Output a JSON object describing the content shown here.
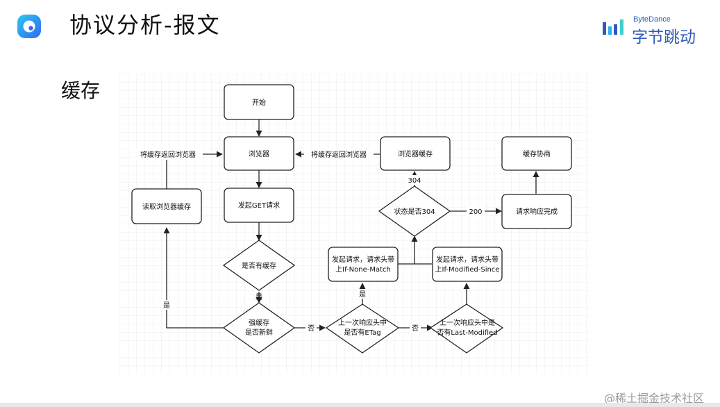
{
  "header": {
    "title": "协议分析-报文",
    "brand_en": "ByteDance",
    "brand_cn": "字节跳动"
  },
  "section": {
    "title": "缓存"
  },
  "diagram": {
    "nodes": {
      "start": "开始",
      "browser": "浏览器",
      "browser_cache": "浏览器缓存",
      "cache_negotiation": "缓存协商",
      "read_cache": "读取浏览器缓存",
      "send_get": "发起GET请求",
      "status_304": "状态是否304",
      "request_complete": "请求响应完成",
      "has_cache": "是否有缓存",
      "if_none_match_line1": "发起请求，请求头带",
      "if_none_match_line2": "上If-None-Match",
      "if_modified_since_line1": "发起请求，请求头带",
      "if_modified_since_line2": "上If-Modified-Since",
      "strong_cache_line1": "强缓存",
      "strong_cache_line2": "是否新鲜",
      "etag_line1": "上一次响应头中",
      "etag_line2": "是否有ETag",
      "last_modified_line1": "上一次响应头中是",
      "last_modified_line2": "否有Last-Modified"
    },
    "edges": {
      "return_to_browser_left": "将缓存返回浏览器",
      "return_to_browser_mid": "将缓存返回浏览器",
      "code_304": "304",
      "code_200": "200",
      "yes_has_cache": "是",
      "yes_fresh": "是",
      "yes_etag": "是",
      "no_fresh": "否",
      "no_etag": "否"
    }
  },
  "footer": {
    "watermark": "@稀土掘金技术社区"
  }
}
